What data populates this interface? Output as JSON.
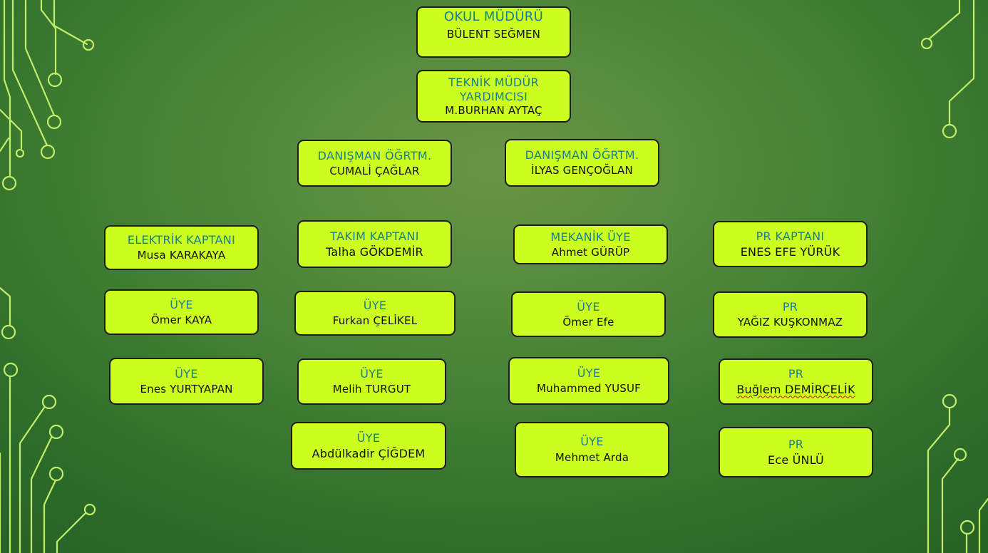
{
  "org_chart": {
    "principal": {
      "role": "OKUL MÜDÜRÜ",
      "name": "BÜLENT SEĞMEN"
    },
    "technical_deputy": {
      "role_line1": "TEKNİK MÜDÜR",
      "role_line2": "YARDIMCISI",
      "name": "M.BURHAN AYTAÇ"
    },
    "advisors": [
      {
        "role": "DANIŞMAN ÖĞRTM.",
        "name": "CUMALİ ÇAĞLAR"
      },
      {
        "role": "DANIŞMAN ÖĞRTM.",
        "name": "İLYAS GENÇOĞLAN"
      }
    ],
    "teams": {
      "electrical": [
        {
          "role": "ELEKTRİK KAPTANI",
          "name": "Musa KARAKAYA"
        },
        {
          "role": "ÜYE",
          "name": "Ömer KAYA"
        },
        {
          "role": "ÜYE",
          "name": "Enes YURTYAPAN"
        }
      ],
      "captain": [
        {
          "role": "TAKIM KAPTANI",
          "name": "Talha GÖKDEMİR"
        },
        {
          "role": "ÜYE",
          "name": "Furkan ÇELİKEL"
        },
        {
          "role": "ÜYE",
          "name": "Melih TURGUT"
        },
        {
          "role": "ÜYE",
          "name": "Abdülkadir ÇİĞDEM"
        }
      ],
      "mechanical": [
        {
          "role": "MEKANİK ÜYE",
          "name": "Ahmet GÜRÜP"
        },
        {
          "role": "ÜYE",
          "name": "Ömer Efe"
        },
        {
          "role": "ÜYE",
          "name": "Muhammed YUSUF"
        },
        {
          "role": "ÜYE",
          "name": "Mehmet Arda"
        }
      ],
      "pr": [
        {
          "role": "PR KAPTANI",
          "name": "ENES EFE YÜRÜK"
        },
        {
          "role": "PR",
          "name": "YAĞIZ KUŞKONMAZ"
        },
        {
          "role": "PR",
          "name": "Buğlem DEMİRÇELİK"
        },
        {
          "role": "PR",
          "name": "Ece ÜNLÜ"
        }
      ]
    }
  },
  "colors": {
    "card_fill": "#ccff1f",
    "role_text": "#17808a",
    "name_text": "#111111",
    "circuit_line": "#c2ed6a",
    "background_center": "#6a9547",
    "background_edge": "#276326"
  },
  "decoration_icons": [
    "circuit-trace-icon"
  ]
}
